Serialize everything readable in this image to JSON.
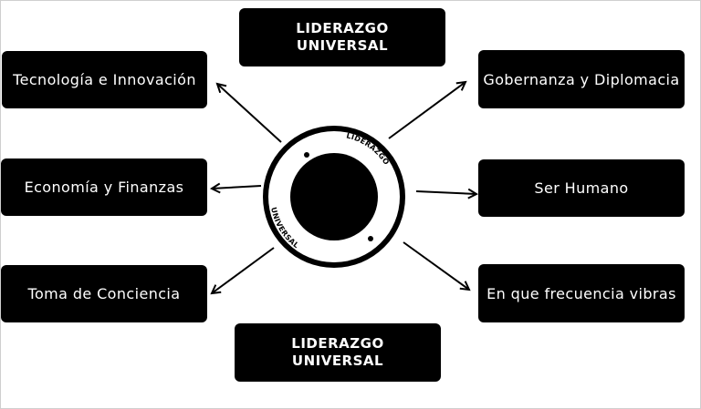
{
  "titles": {
    "top": "LIDERAZGO\nUNIVERSAL",
    "bottom": "LIDERAZGO\nUNIVERSAL"
  },
  "nodes": {
    "tech": "Tecnología e Innovación",
    "econ": "Economía y Finanzas",
    "conciencia": "Toma de Conciencia",
    "gobernanza": "Gobernanza y Diplomacia",
    "humano": "Ser Humano",
    "frecuencia": "En que frecuencia vibras"
  },
  "emblem": {
    "ring_top": "LIDERAZGO",
    "ring_bottom": "UNIVERSAL"
  },
  "colors": {
    "box": "#000000",
    "text": "#ffffff",
    "background": "#ffffff"
  }
}
